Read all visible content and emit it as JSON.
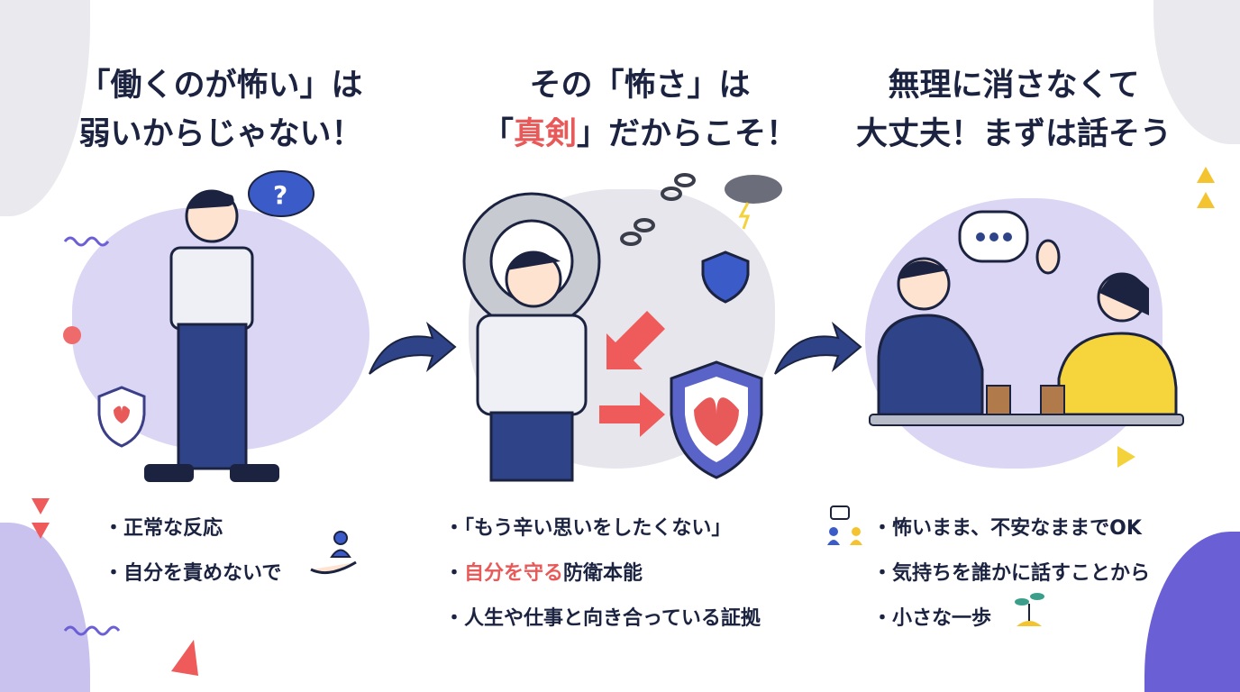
{
  "panels": [
    {
      "title_line1": "「働くのが怖い」は",
      "title_line2": "弱いからじゃない！",
      "bullets": [
        "・正常な反応",
        "・自分を責めないで"
      ]
    },
    {
      "title_line1": "その「怖さ」は",
      "title_line2_pre": "「",
      "title_line2_red": "真剣",
      "title_line2_post": "」だからこそ！",
      "bullets": [
        "・「もう辛い思いをしたくない」"
      ],
      "bullet2_red": "自分を守る",
      "bullet2_rest": "防衛本能",
      "bullet2_dot": "・",
      "bullet3": "・人生や仕事と向き合っている証拠"
    },
    {
      "title_line1": "無理に消さなくて",
      "title_line2": "大丈夫！まずは話そう",
      "bullets": [
        "・怖いまま、不安なままでOK",
        "・気持ちを誰かに話すことから",
        "・小さな一歩"
      ]
    }
  ],
  "colors": {
    "navy": "#1b2340",
    "accent_red": "#e85a5a",
    "lavender": "#d9d4f3",
    "purple": "#6b5fd6",
    "yellow": "#f4d23c"
  }
}
